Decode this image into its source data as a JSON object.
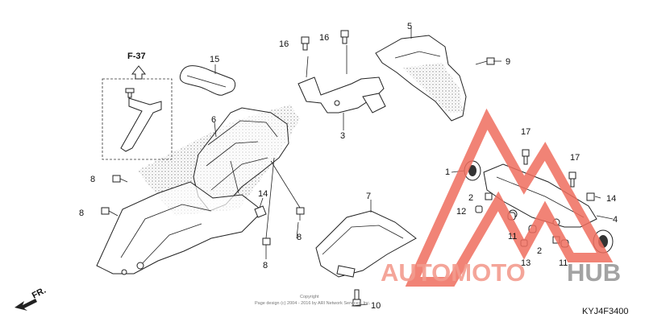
{
  "diagram": {
    "ref_label": "F-37",
    "direction_label": "FR.",
    "diagram_code": "KYJ4F3400",
    "copyright_title": "Copyright",
    "copyright_text": "Page design (c) 2004 - 2016 by ARI Network Services, Inc.",
    "callouts": [
      "1",
      "2",
      "2",
      "3",
      "4",
      "5",
      "6",
      "7",
      "8",
      "8",
      "8",
      "8",
      "9",
      "10",
      "11",
      "11",
      "11",
      "12",
      "13",
      "14",
      "14",
      "15",
      "16",
      "16",
      "17",
      "17"
    ]
  },
  "watermark": {
    "part1": "AUTOMOTO",
    "part2": "HUB",
    "color_main": "#f39c8f",
    "color_accent": "#9a9a9a",
    "logo_color": "#ee6d5e"
  }
}
